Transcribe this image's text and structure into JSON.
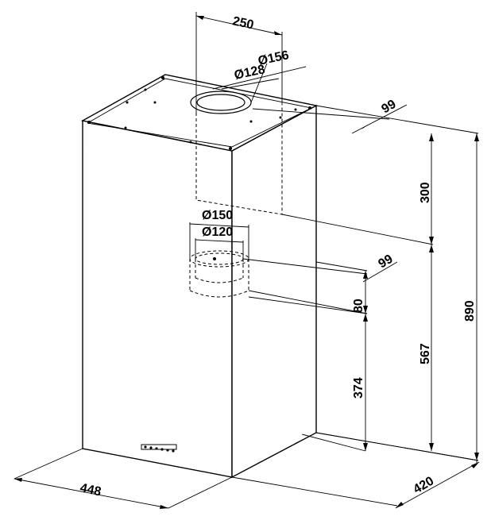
{
  "diagram": {
    "dimensions": {
      "top_outlet_width": "250",
      "top_outer_diameter": "Ø156",
      "top_inner_diameter": "Ø128",
      "top_offset": "99",
      "upper_chimney_height": "300",
      "total_height": "890",
      "lower_outer_diameter": "Ø150",
      "lower_inner_diameter": "Ø120",
      "lower_offset": "99",
      "collar_height": "80",
      "chimney_height": "567",
      "body_height": "374",
      "width": "448",
      "depth": "420"
    }
  }
}
